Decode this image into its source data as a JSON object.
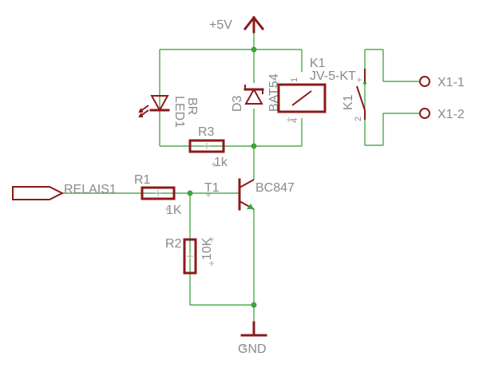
{
  "supply": {
    "label": "+5V"
  },
  "ground": {
    "label": "GND"
  },
  "relay": {
    "ref": "K1",
    "part": "JV-5-KT",
    "pin_coil_top": "1",
    "pin_coil_bottom": "4",
    "switch_ref": "K1",
    "switch_pin": "2"
  },
  "diode": {
    "ref": "D3",
    "part": "BAT54"
  },
  "led": {
    "ref": "LED1",
    "value": "BR"
  },
  "r1": {
    "ref": "R1",
    "value": "1K"
  },
  "r2": {
    "ref": "R2",
    "value": "10K"
  },
  "r3": {
    "ref": "R3",
    "value": "1k"
  },
  "transistor": {
    "ref": "T1",
    "part": "BC847"
  },
  "input": {
    "label": "RELAIS1"
  },
  "connectors": {
    "x1_1": "X1-1",
    "x1_2": "X1-2"
  },
  "colors": {
    "wire": "#2f9e2f",
    "component": "#8b1a1a",
    "text": "#8a8a8a"
  }
}
